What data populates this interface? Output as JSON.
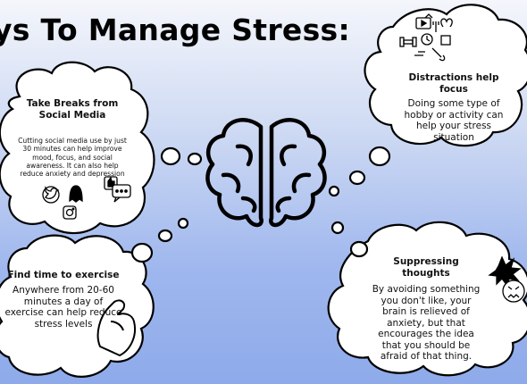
{
  "title": "ys To Manage Stress:",
  "clouds": {
    "social_media": {
      "heading": "Take Breaks from Social Media",
      "body": "Cutting social media use by just 30 minutes can help improve mood, focus, and social awareness. It can also help reduce anxiety and depression",
      "icons": [
        "twitter-bird-icon",
        "snapchat-ghost-icon",
        "thumbs-up-icon",
        "chat-bubble-icon",
        "instagram-icon"
      ]
    },
    "distractions": {
      "heading": "Distractions help focus",
      "body": "Doing some type of hobby or activity can help your stress situation",
      "icons": [
        "hobby-activities-icon"
      ]
    },
    "exercise": {
      "heading": "Find time to exercise",
      "body": "Anywhere from 20-60 minutes a day of exercise can help reduce stress levels",
      "icons": [
        "flexed-arm-icon"
      ]
    },
    "suppressing": {
      "heading": "Suppressing thoughts",
      "body": "By avoiding something you don't like, your brain is relieved of anxiety, but that encourages the idea that you should be afraid of that thing.",
      "icons": [
        "stressed-face-icon"
      ]
    }
  },
  "center_icon": "brain-icon",
  "colors": {
    "outline": "#000000",
    "cloud_fill": "#ffffff",
    "bg_top": "#f4f6fb",
    "bg_bottom": "#8eaaea"
  }
}
